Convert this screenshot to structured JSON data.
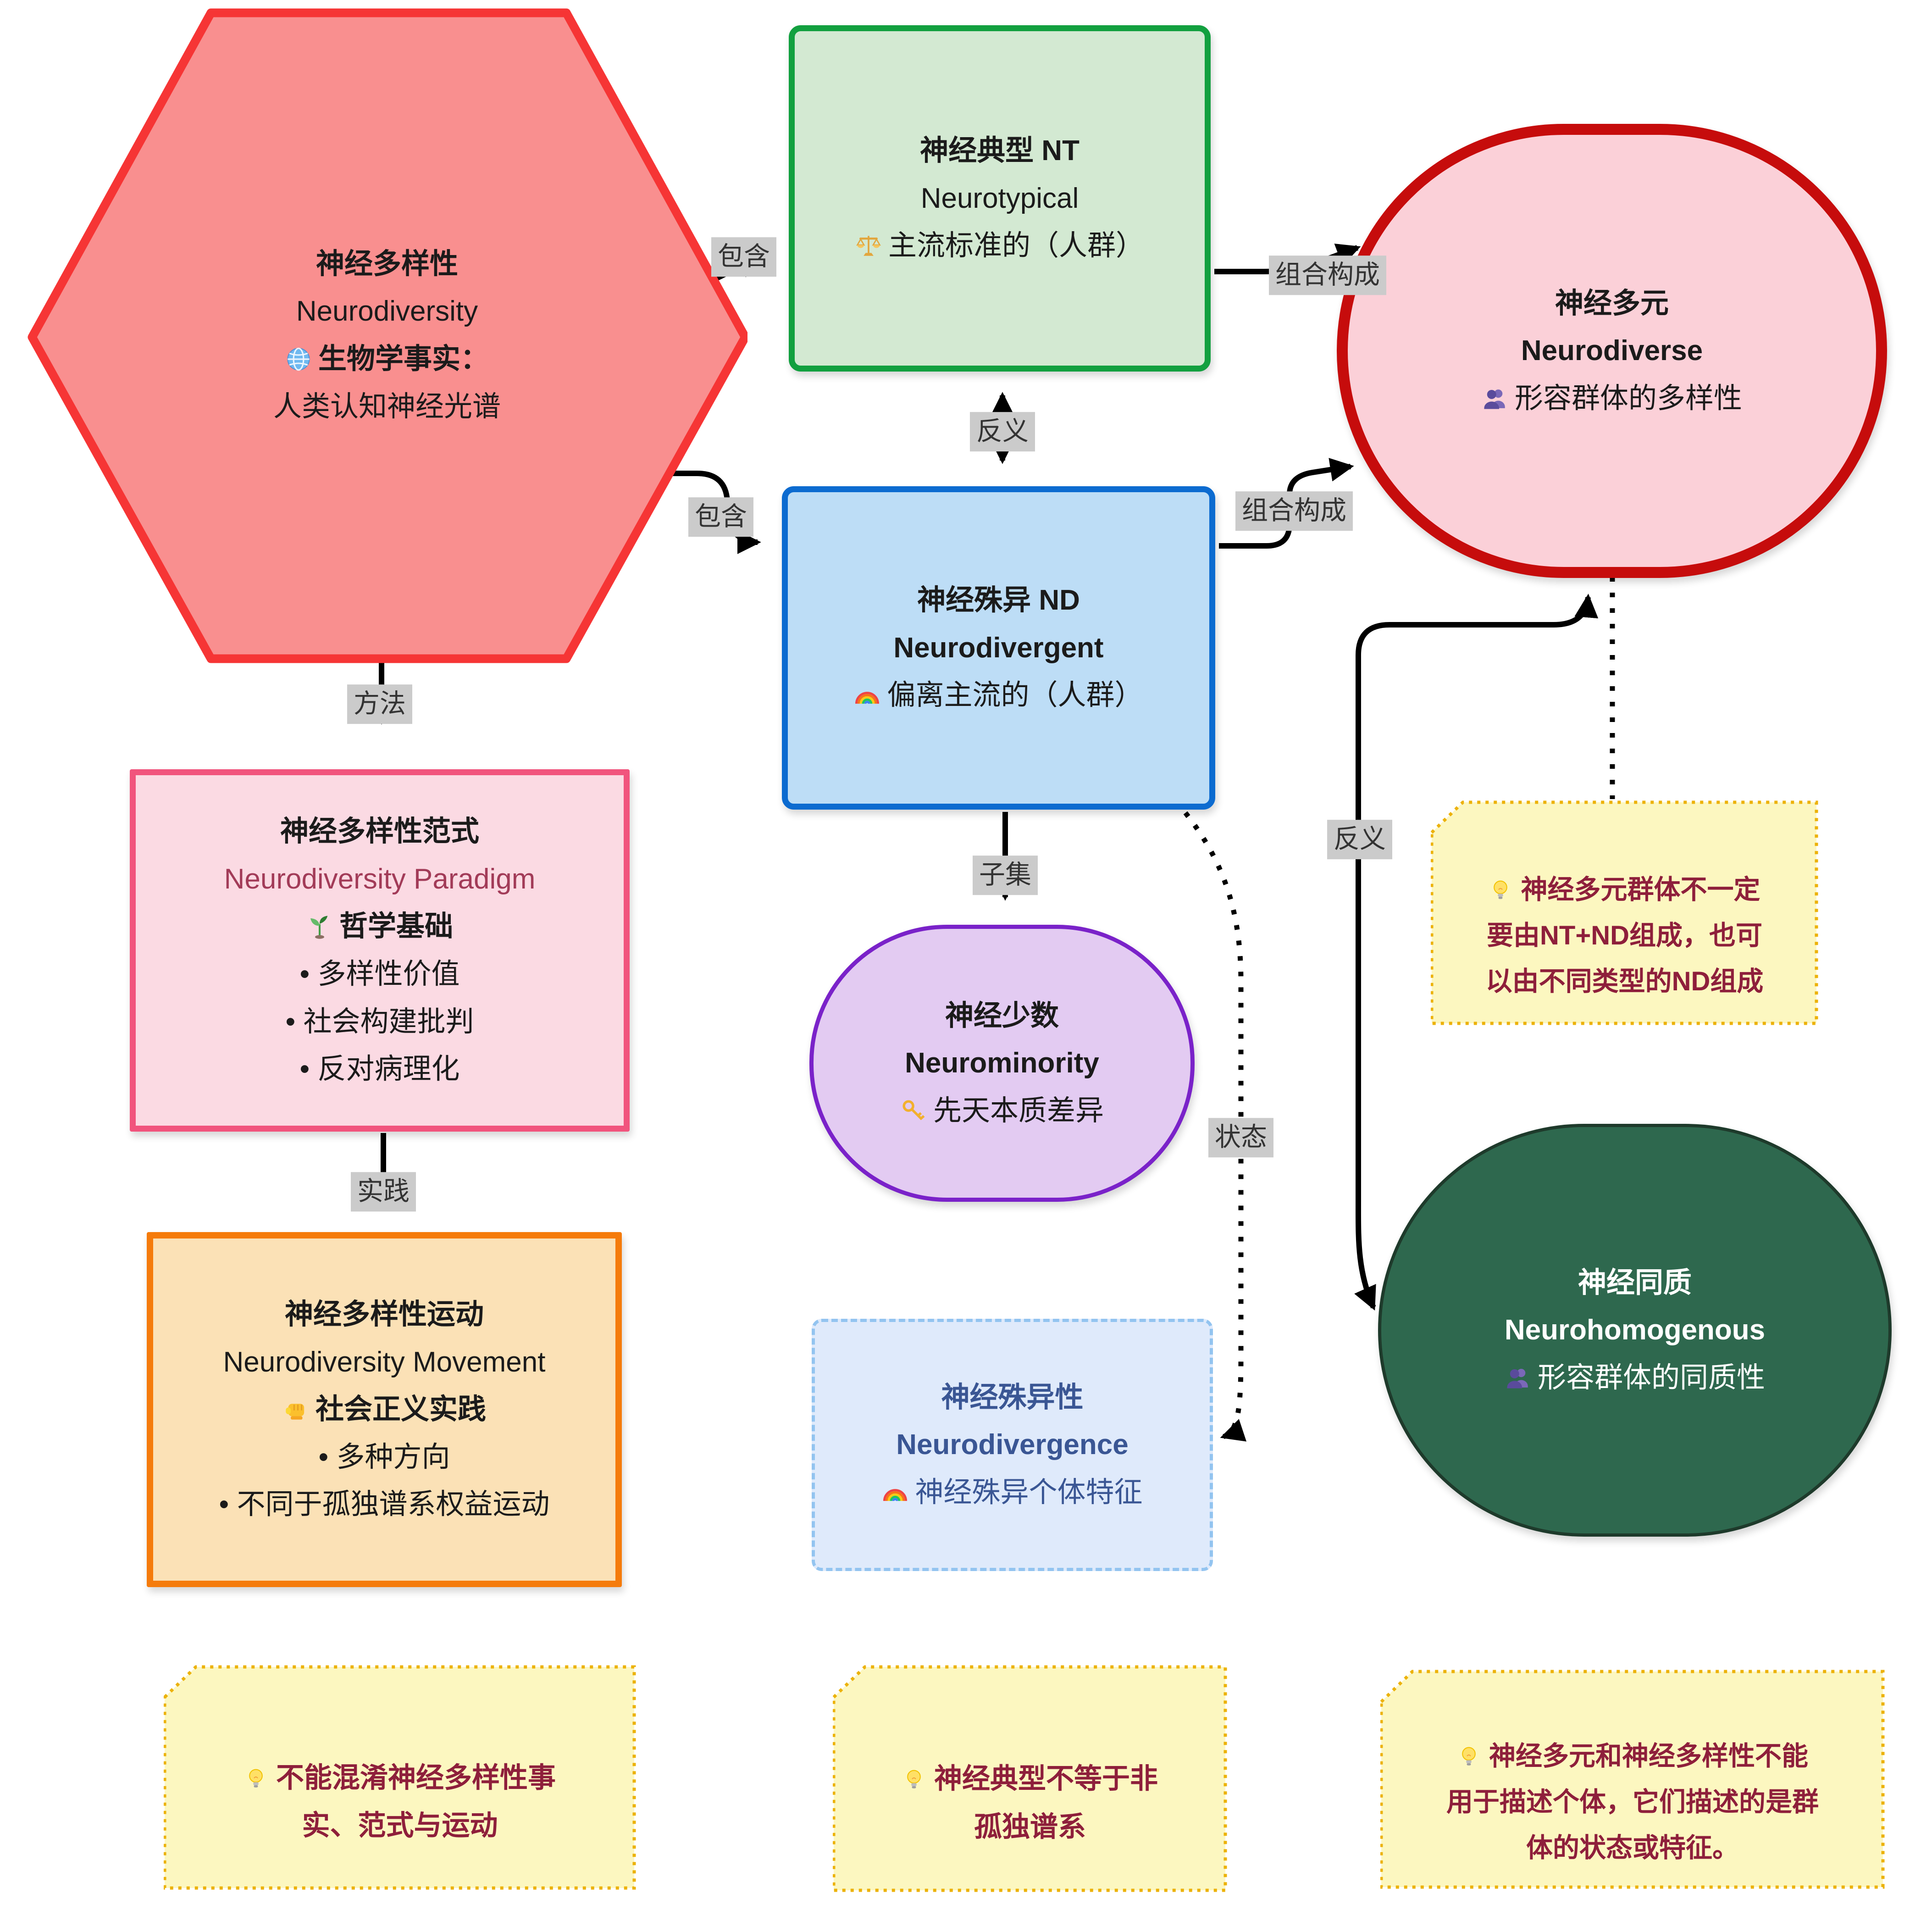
{
  "diagram_type": "concept-relationship diagram (flowchart)",
  "colors": {
    "hexagon_fill": "#F98F8F",
    "hexagon_border": "#F63535",
    "nt_fill": "#D3E9D2",
    "nt_border": "#12A03F",
    "nd_fill": "#BDDDF6",
    "nd_border": "#0C6BD0",
    "diverse_fill": "#FBD0D8",
    "diverse_border": "#C60C0C",
    "paradigm_fill": "#FBDAE3",
    "paradigm_border": "#F1547D",
    "movement_fill": "#FBE1B6",
    "movement_border": "#F57B0B",
    "minority_fill": "#E3CBF2",
    "minority_border": "#7A22C9",
    "divergence_fill": "#DFEAFB",
    "divergence_border": "#93C4F0",
    "homogenous_fill": "#2E684E",
    "note_fill": "#FCF7C0",
    "note_border": "#ECB20A",
    "note_text": "#8E1F3B",
    "edge_label_bg": "#CBCBCB",
    "edge_color": "#000000"
  },
  "nodes": {
    "neurodiversity": {
      "title": "神经多样性",
      "en": "Neurodiversity",
      "icon": "globe",
      "fact_label": "生物学事实：",
      "fact_detail": "人类认知神经光谱"
    },
    "neurotypical": {
      "title": "神经典型 NT",
      "en": "Neurotypical",
      "icon": "balance-scale",
      "desc": "主流标准的（人群）"
    },
    "neurodiverse": {
      "title": "神经多元",
      "en": "Neurodiverse",
      "icon": "busts",
      "desc": "形容群体的多样性"
    },
    "neurodivergent": {
      "title": "神经殊异 ND",
      "en": "Neurodivergent",
      "icon": "rainbow",
      "desc": "偏离主流的（人群）"
    },
    "paradigm": {
      "title": "神经多样性范式",
      "en": "Neurodiversity Paradigm",
      "icon": "seedling",
      "basis": "哲学基础",
      "bullets": [
        "• 多样性价值",
        "• 社会构建批判",
        "• 反对病理化"
      ]
    },
    "movement": {
      "title": "神经多样性运动",
      "en": "Neurodiversity Movement",
      "icon": "fist",
      "practice": "社会正义实践",
      "bullets": [
        "• 多种方向",
        "• 不同于孤独谱系权益运动"
      ]
    },
    "neurominority": {
      "title": "神经少数",
      "en": "Neurominority",
      "icon": "key",
      "desc": "先天本质差异"
    },
    "neurodivergence": {
      "title": "神经殊异性",
      "en": "Neurodivergence",
      "icon": "rainbow",
      "desc": "神经殊异个体特征"
    },
    "neurohomogenous": {
      "title": "神经同质",
      "en": "Neurohomogenous",
      "icon": "busts",
      "desc": "形容群体的同质性"
    }
  },
  "edges": {
    "contain1": "包含",
    "contain2": "包含",
    "antonym1": "反义",
    "antonym2": "反义",
    "compose1": "组合构成",
    "compose2": "组合构成",
    "method": "方法",
    "practice": "实践",
    "subset": "子集",
    "state": "状态"
  },
  "notes": {
    "group_composition": "神经多元群体不一定\n要由NT+ND组成，也可\n以由不同类型的ND组成",
    "fact_paradigm_movement": "不能混淆神经多样性事\n实、范式与运动",
    "nt_autism": "神经典型不等于非\n孤独谱系",
    "group_terms": "神经多元和神经多样性不能\n用于描述个体，它们描述的是群\n体的状态或特征。",
    "icon": "lightbulb"
  }
}
